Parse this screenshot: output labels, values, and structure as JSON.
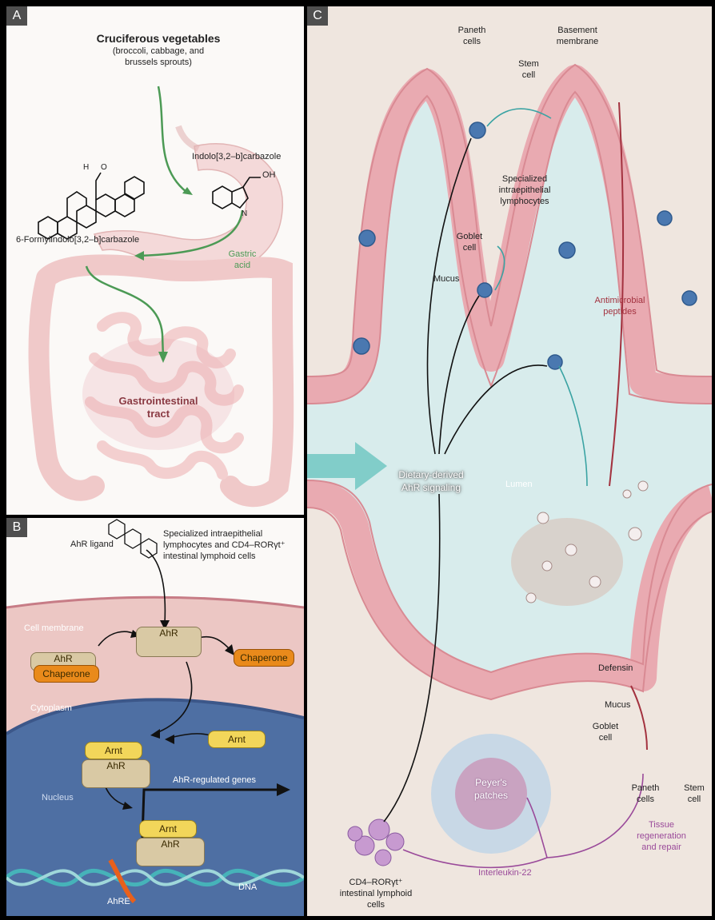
{
  "panels": {
    "a": {
      "tag": "A",
      "title": "Cruciferous vegetables",
      "subtitle_line1": "(broccoli, cabbage, and",
      "subtitle_line2": "brussels sprouts)",
      "compound_1": "Indolo[3,2–b]carbazole",
      "compound_1_group": "OH",
      "compound_2": "6-Formylindolo[3,2–b]carbazole",
      "atom_h": "H",
      "atom_o": "O",
      "atom_n": "N",
      "gastric_line1": "Gastric",
      "gastric_line2": "acid",
      "gi_line1": "Gastrointestinal",
      "gi_line2": "tract"
    },
    "b": {
      "tag": "B",
      "ligand": "AhR ligand",
      "cells_line1": "Specialized intraepithelial",
      "cells_line2": "lymphocytes and CD4–RORγt⁺",
      "cells_line3": "intestinal lymphoid cells",
      "cell_membrane": "Cell membrane",
      "cytoplasm": "Cytoplasm",
      "nucleus": "Nucleus",
      "ahr": "AhR",
      "chaperone": "Chaperone",
      "arnt": "Arnt",
      "genes": "AhR-regulated genes",
      "ahre": "AhRE",
      "dna": "DNA"
    },
    "c": {
      "tag": "C",
      "paneth_line1": "Paneth",
      "paneth_line2": "cells",
      "basement_line1": "Basement",
      "basement_line2": "membrane",
      "stem_line1": "Stem",
      "stem_line2": "cell",
      "spec_line1": "Specialized",
      "spec_line2": "intraepithelial",
      "spec_line3": "lymphocytes",
      "goblet_line1": "Goblet",
      "goblet_line2": "cell",
      "mucus": "Mucus",
      "amp_line1": "Antimicrobial",
      "amp_line2": "peptides",
      "dietary_line1": "Dietary-derived",
      "dietary_line2": "AhR signaling",
      "lumen": "Lumen",
      "defensin": "Defensin",
      "mucus_2": "Mucus",
      "goblet2_line1": "Goblet",
      "goblet2_line2": "cell",
      "paneth2_line1": "Paneth",
      "paneth2_line2": "cells",
      "stem2_line1": "Stem",
      "stem2_line2": "cell",
      "peyers_line1": "Peyer's",
      "peyers_line2": "patches",
      "tissue_line1": "Tissue",
      "tissue_line2": "regeneration",
      "tissue_line3": "and repair",
      "cd4_line1": "CD4–RORγt⁺",
      "cd4_line2": "intestinal lymphoid",
      "cd4_line3": "cells",
      "il22": "Interleukin-22"
    }
  },
  "colors": {
    "epithelium": "#e9aab1",
    "epithelium_dark": "#d98a93",
    "lumen": "#d8ecec",
    "arrow_green": "#4c9a55",
    "arrow_teal": "#3aa3a3",
    "arrow_red": "#a3323f",
    "arrow_purple": "#9a4a9a",
    "arnt_yellow": "#f2d65a",
    "chaperone_orange": "#e98a1b",
    "nucleus_blue": "#4e6fa3",
    "dna_teal": "#46b3b9"
  }
}
